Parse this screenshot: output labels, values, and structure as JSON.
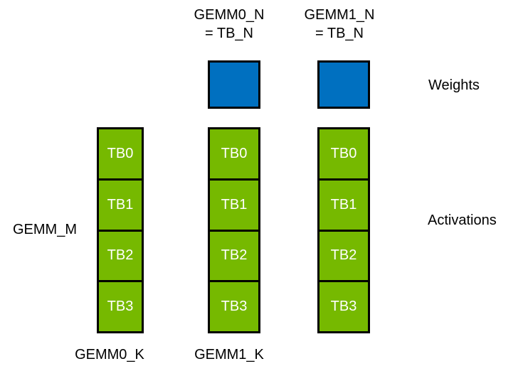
{
  "colors": {
    "weights_blue": "#0070C0",
    "activations_green": "#76B900",
    "border_black": "#000000",
    "block_text_white": "#FFFFFF",
    "text_black": "#000000"
  },
  "top_labels": {
    "gemm0_n": {
      "line1": "GEMM0_N",
      "line2": "= TB_N"
    },
    "gemm1_n": {
      "line1": "GEMM1_N",
      "line2": "= TB_N"
    }
  },
  "side_labels": {
    "weights": "Weights",
    "activations": "Activations",
    "gemm_m": "GEMM_M"
  },
  "bottom_labels": {
    "gemm0_k": "GEMM0_K",
    "gemm1_k": "GEMM1_K"
  },
  "weights_squares": [
    {
      "name": "gemm0-weights-tile"
    },
    {
      "name": "gemm1-weights-tile"
    }
  ],
  "columns": [
    {
      "name": "gemm0-activations-column",
      "blocks": [
        "TB0",
        "TB1",
        "TB2",
        "TB3"
      ]
    },
    {
      "name": "gemm1-activations-column-a",
      "blocks": [
        "TB0",
        "TB1",
        "TB2",
        "TB3"
      ]
    },
    {
      "name": "gemm1-activations-column-b",
      "blocks": [
        "TB0",
        "TB1",
        "TB2",
        "TB3"
      ]
    }
  ]
}
